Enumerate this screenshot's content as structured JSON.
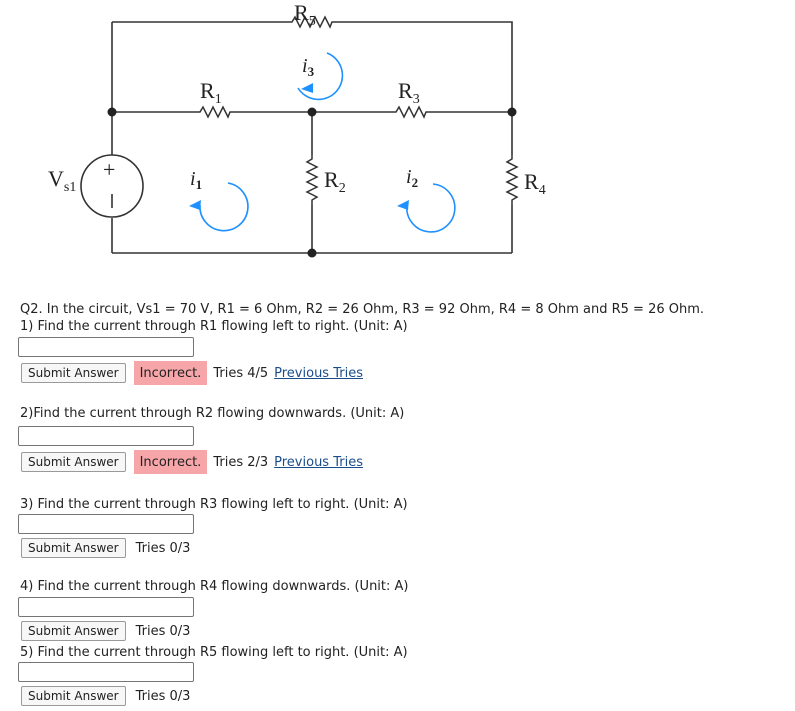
{
  "circuit": {
    "labels": {
      "vs": "V",
      "vs_sub": "s1",
      "plus": "+",
      "r1": "R",
      "r1_sub": "1",
      "r2": "R",
      "r2_sub": "2",
      "r3": "R",
      "r3_sub": "3",
      "r4": "R",
      "r4_sub": "4",
      "r5": "R",
      "r5_sub": "5",
      "i1": "i",
      "i1_sub": "1",
      "i2": "i",
      "i2_sub": "2",
      "i3": "i",
      "i3_sub": "3"
    }
  },
  "problem": {
    "statement": "Q2. In the circuit, Vs1 = 70 V, R1 = 6 Ohm, R2 = 26 Ohm, R3 = 92 Ohm, R4 = 8 Ohm and R5 = 26 Ohm."
  },
  "questions": [
    {
      "text": "1) Find the current through R1 flowing left to right. (Unit: A)",
      "value": "",
      "submit_label": "Submit Answer",
      "status": "Incorrect.",
      "tries": "Tries 4/5",
      "previous_link": "Previous Tries"
    },
    {
      "text": "2)Find the current through R2 flowing downwards. (Unit: A)",
      "value": "",
      "submit_label": "Submit Answer",
      "status": "Incorrect.",
      "tries": "Tries 2/3",
      "previous_link": "Previous Tries"
    },
    {
      "text": "3) Find the current through R3 flowing left to right. (Unit: A)",
      "value": "",
      "submit_label": "Submit Answer",
      "tries": "Tries 0/3"
    },
    {
      "text": "4) Find the current through R4 flowing downwards. (Unit: A)",
      "value": "",
      "submit_label": "Submit Answer",
      "tries": "Tries 0/3"
    },
    {
      "text": "5) Find the current through R5 flowing left to right. (Unit: A)",
      "value": "",
      "submit_label": "Submit Answer",
      "tries": "Tries 0/3"
    }
  ],
  "colors": {
    "incorrect_bg": "#f6a5a8",
    "link": "#1a4d8c",
    "arrow": "#1e90ff",
    "wire": "#333333"
  }
}
